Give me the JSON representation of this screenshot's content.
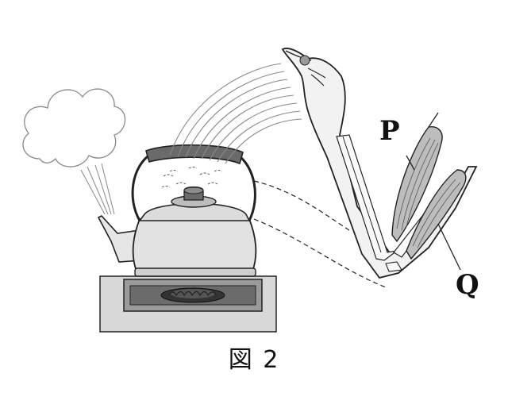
{
  "figure": {
    "caption": "図 2",
    "labels": {
      "muscle_p": "P",
      "muscle_q": "Q"
    }
  }
}
